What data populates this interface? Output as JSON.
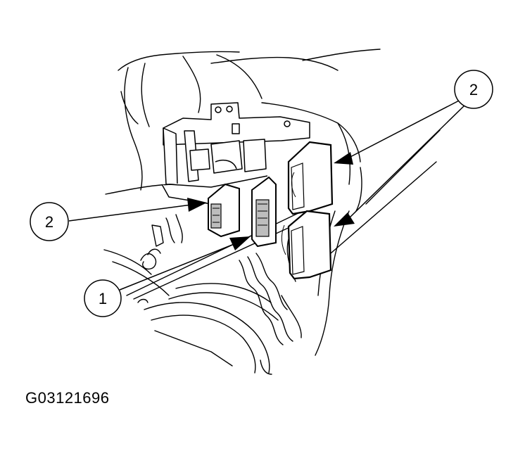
{
  "figure_id": "G03121696",
  "callouts": [
    {
      "label": "2"
    },
    {
      "label": "2"
    },
    {
      "label": "1"
    }
  ],
  "colors": {
    "line": "#000000",
    "background": "#ffffff",
    "shade": "#bdbdbd"
  }
}
